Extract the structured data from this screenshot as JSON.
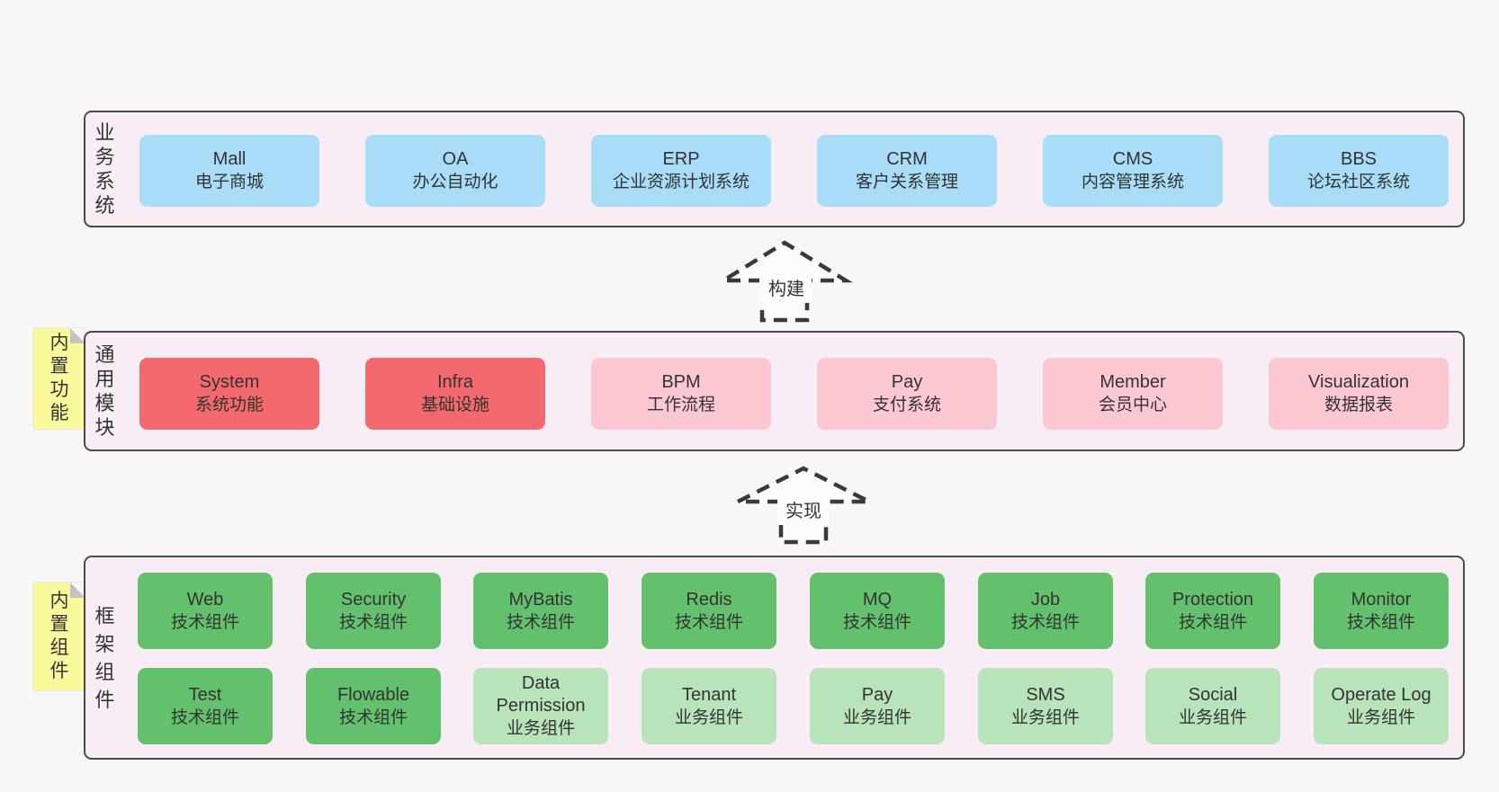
{
  "page": {
    "background": "#f7f7f7"
  },
  "diagram": {
    "colors": {
      "blue": "#a9dcf7",
      "red": "#f4696d",
      "pink": "#fbc8d2",
      "green": "#63c16e",
      "lightgreen": "#b9e3bb",
      "layer_bg": "#f8edf5",
      "layer_border": "#4a4a4a",
      "note_bg": "#fafa9d",
      "text": "#333333"
    },
    "arrows": [
      {
        "label": "构建"
      },
      {
        "label": "实现"
      }
    ],
    "layers": [
      {
        "id": "business",
        "label": "业务系统",
        "boxes": [
          {
            "name": "Mall",
            "desc": "电子商城",
            "variant": "blue"
          },
          {
            "name": "OA",
            "desc": "办公自动化",
            "variant": "blue"
          },
          {
            "name": "ERP",
            "desc": "企业资源计划系统",
            "variant": "blue"
          },
          {
            "name": "CRM",
            "desc": "客户关系管理",
            "variant": "blue"
          },
          {
            "name": "CMS",
            "desc": "内容管理系统",
            "variant": "blue"
          },
          {
            "name": "BBS",
            "desc": "论坛社区系统",
            "variant": "blue"
          }
        ]
      },
      {
        "id": "modules",
        "label": "通用模块",
        "note": "内置功能",
        "boxes": [
          {
            "name": "System",
            "desc": "系统功能",
            "variant": "red"
          },
          {
            "name": "Infra",
            "desc": "基础设施",
            "variant": "red"
          },
          {
            "name": "BPM",
            "desc": "工作流程",
            "variant": "pink"
          },
          {
            "name": "Pay",
            "desc": "支付系统",
            "variant": "pink"
          },
          {
            "name": "Member",
            "desc": "会员中心",
            "variant": "pink"
          },
          {
            "name": "Visualization",
            "desc": "数据报表",
            "variant": "pink"
          }
        ]
      },
      {
        "id": "components",
        "label": "框架组件",
        "note": "内置组件",
        "boxes": [
          {
            "name": "Web",
            "desc": "技术组件",
            "variant": "green"
          },
          {
            "name": "Security",
            "desc": "技术组件",
            "variant": "green"
          },
          {
            "name": "MyBatis",
            "desc": "技术组件",
            "variant": "green"
          },
          {
            "name": "Redis",
            "desc": "技术组件",
            "variant": "green"
          },
          {
            "name": "MQ",
            "desc": "技术组件",
            "variant": "green"
          },
          {
            "name": "Job",
            "desc": "技术组件",
            "variant": "green"
          },
          {
            "name": "Protection",
            "desc": "技术组件",
            "variant": "green"
          },
          {
            "name": "Monitor",
            "desc": "技术组件",
            "variant": "green"
          },
          {
            "name": "Test",
            "desc": "技术组件",
            "variant": "green"
          },
          {
            "name": "Flowable",
            "desc": "技术组件",
            "variant": "green"
          },
          {
            "name": "Data Permission",
            "desc": "业务组件",
            "variant": "lightgreen"
          },
          {
            "name": "Tenant",
            "desc": "业务组件",
            "variant": "lightgreen"
          },
          {
            "name": "Pay",
            "desc": "业务组件",
            "variant": "lightgreen"
          },
          {
            "name": "SMS",
            "desc": "业务组件",
            "variant": "lightgreen"
          },
          {
            "name": "Social",
            "desc": "业务组件",
            "variant": "lightgreen"
          },
          {
            "name": "Operate Log",
            "desc": "业务组件",
            "variant": "lightgreen"
          }
        ]
      }
    ]
  }
}
